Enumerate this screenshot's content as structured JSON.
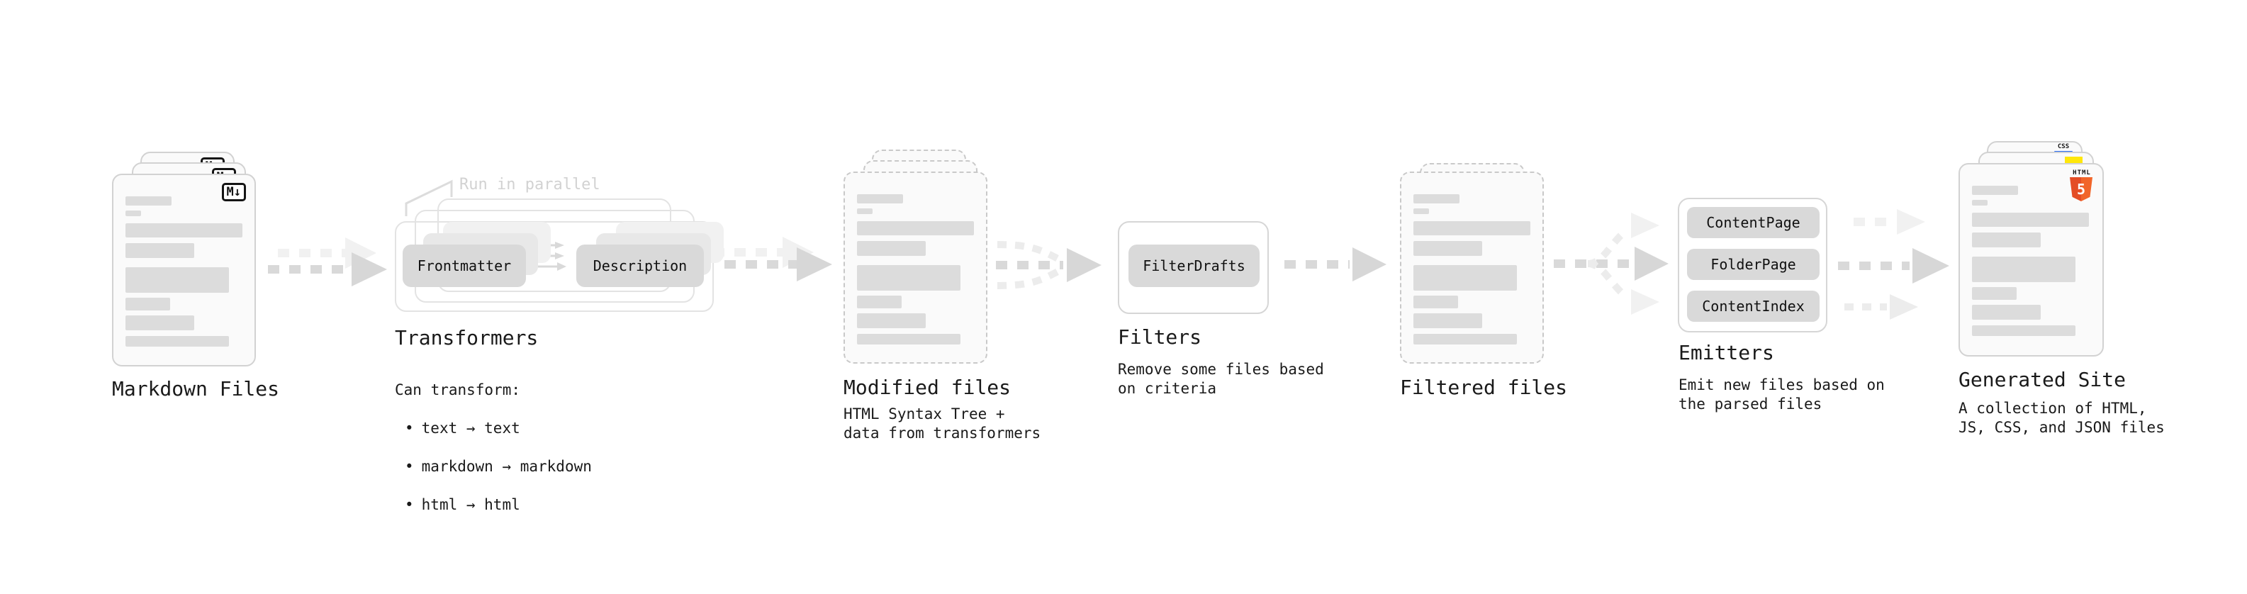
{
  "stages": {
    "markdown_files": {
      "label": "Markdown Files",
      "badge": "M↓"
    },
    "transformers": {
      "label": "Transformers",
      "annotation": "Run in parallel",
      "transformer_boxes": [
        "Frontmatter",
        "Description"
      ],
      "description_heading": "Can transform:",
      "bullet_char": "•",
      "bullets": [
        "text → text",
        "markdown → markdown",
        "html → html"
      ]
    },
    "modified_files": {
      "label": "Modified files",
      "description": "HTML Syntax Tree +\ndata from transformers"
    },
    "filters": {
      "label": "Filters",
      "filter_boxes": [
        "FilterDrafts"
      ],
      "description": "Remove some files based\non criteria"
    },
    "filtered_files": {
      "label": "Filtered files"
    },
    "emitters": {
      "label": "Emitters",
      "emitter_boxes": [
        "ContentPage",
        "FolderPage",
        "ContentIndex"
      ],
      "description": "Emit new files based on\nthe parsed files"
    },
    "generated_site": {
      "label": "Generated Site",
      "description": "A collection of HTML,\nJS, CSS, and JSON files",
      "badges": {
        "html_label": "HTML",
        "html_number": "5",
        "css_label": "CSS"
      }
    }
  },
  "colors": {
    "html5_orange": "#e44d26",
    "js_yellow": "#ffe70a",
    "css_blue": "#2468f2",
    "arrow_gray": "#d9d9d9",
    "arrow_light": "#f1f1f1",
    "card_border": "#d2d2d2"
  }
}
